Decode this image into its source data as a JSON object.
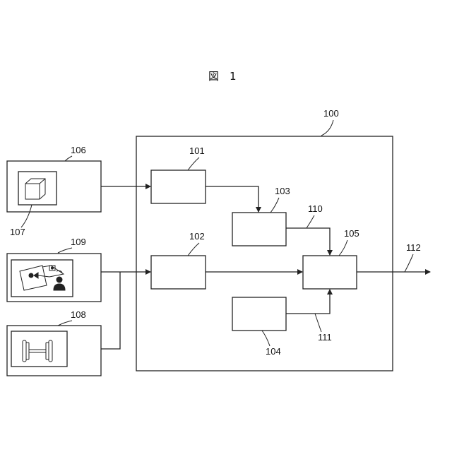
{
  "figure": {
    "title": "図　1"
  },
  "labels": {
    "n100": "100",
    "n101": "101",
    "n102": "102",
    "n103": "103",
    "n104": "104",
    "n105": "105",
    "n106": "106",
    "n107": "107",
    "n108": "108",
    "n109": "109",
    "n110": "110",
    "n111": "111",
    "n112": "112"
  },
  "icons": {
    "sensor_106": "cube-icon",
    "sensor_109": "camera-person-icon",
    "sensor_108": "axle-icon"
  }
}
